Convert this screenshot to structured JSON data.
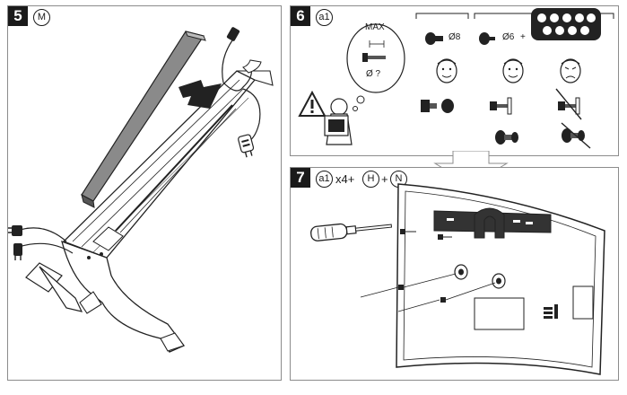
{
  "step5": {
    "number": "5",
    "part": "M"
  },
  "step6": {
    "number": "6",
    "part": "a1",
    "max_label": "MAX",
    "diameter_unknown": "Ø ?",
    "diameter_8": "Ø8",
    "diameter_6": "Ø6",
    "plus": "+"
  },
  "step7": {
    "number": "7",
    "part_a": "a1",
    "times": "x4+",
    "part_h": "H",
    "plus": "+",
    "part_n": "N"
  }
}
